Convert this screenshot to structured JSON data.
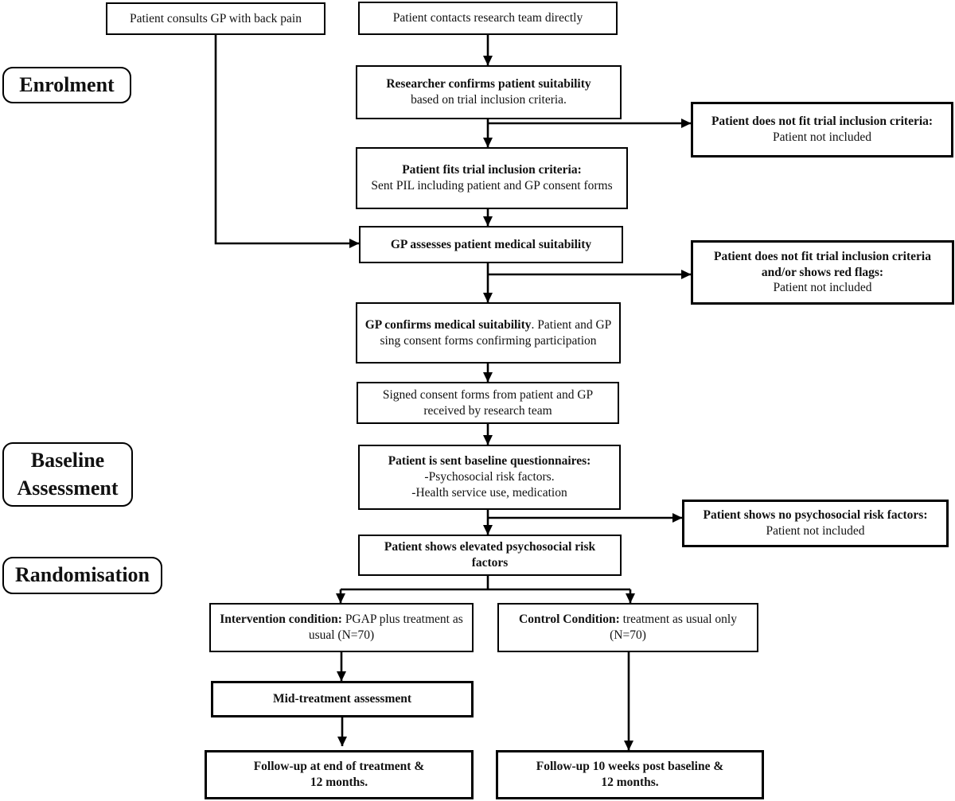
{
  "diagram": {
    "colors": {
      "line": "#000000",
      "box_border": "#000000",
      "box_bg": "#ffffff",
      "text": "#111111"
    },
    "stages": {
      "enrolment": "Enrolment",
      "baseline_line1": "Baseline",
      "baseline_line2": "Assessment",
      "randomisation": "Randomisation"
    },
    "nodes": {
      "consult_gp": {
        "text": "Patient consults GP with back pain"
      },
      "contact_research": {
        "text": "Patient contacts research team directly"
      },
      "researcher_confirms": {
        "bold": "Researcher confirms patient suitability",
        "normal": "based on trial inclusion criteria."
      },
      "exclusion_inclusion": {
        "bold": "Patient does not fit trial inclusion criteria:",
        "normal": " Patient not included"
      },
      "fits_criteria": {
        "bold": "Patient fits trial inclusion criteria:",
        "normal": "Sent PIL including patient and GP consent forms"
      },
      "gp_assesses": {
        "bold": "GP assesses patient medical suitability"
      },
      "exclusion_red_flags": {
        "bold": "Patient does not fit trial inclusion criteria and/or shows red flags:",
        "normal": "Patient not included"
      },
      "gp_confirms": {
        "bold": "GP confirms medical suitability",
        "normal": ". Patient and GP sing consent forms confirming participation"
      },
      "signed_consent": {
        "text": "Signed consent forms from patient and GP received by research team"
      },
      "baseline_questionnaires": {
        "bold": "Patient is sent baseline questionnaires:",
        "normal_line1": "-Psychosocial risk factors.",
        "normal_line2": "-Health service use, medication"
      },
      "exclusion_no_risk": {
        "bold": "Patient shows no psychosocial risk factors:",
        "normal": " Patient not included"
      },
      "elevated_risk": {
        "bold": "Patient shows elevated psychosocial risk factors"
      },
      "intervention": {
        "bold": "Intervention condition:",
        "normal": " PGAP plus treatment as usual (N=70)"
      },
      "control": {
        "bold": "Control Condition:",
        "normal": " treatment as usual only (N=70)"
      },
      "mid_treatment": {
        "bold": "Mid-treatment assessment"
      },
      "followup_left": {
        "bold_line1": "Follow-up at end of treatment &",
        "bold_line2": "12 months."
      },
      "followup_right": {
        "bold_line1": "Follow-up 10 weeks post baseline &",
        "bold_line2": "12 months."
      }
    }
  }
}
